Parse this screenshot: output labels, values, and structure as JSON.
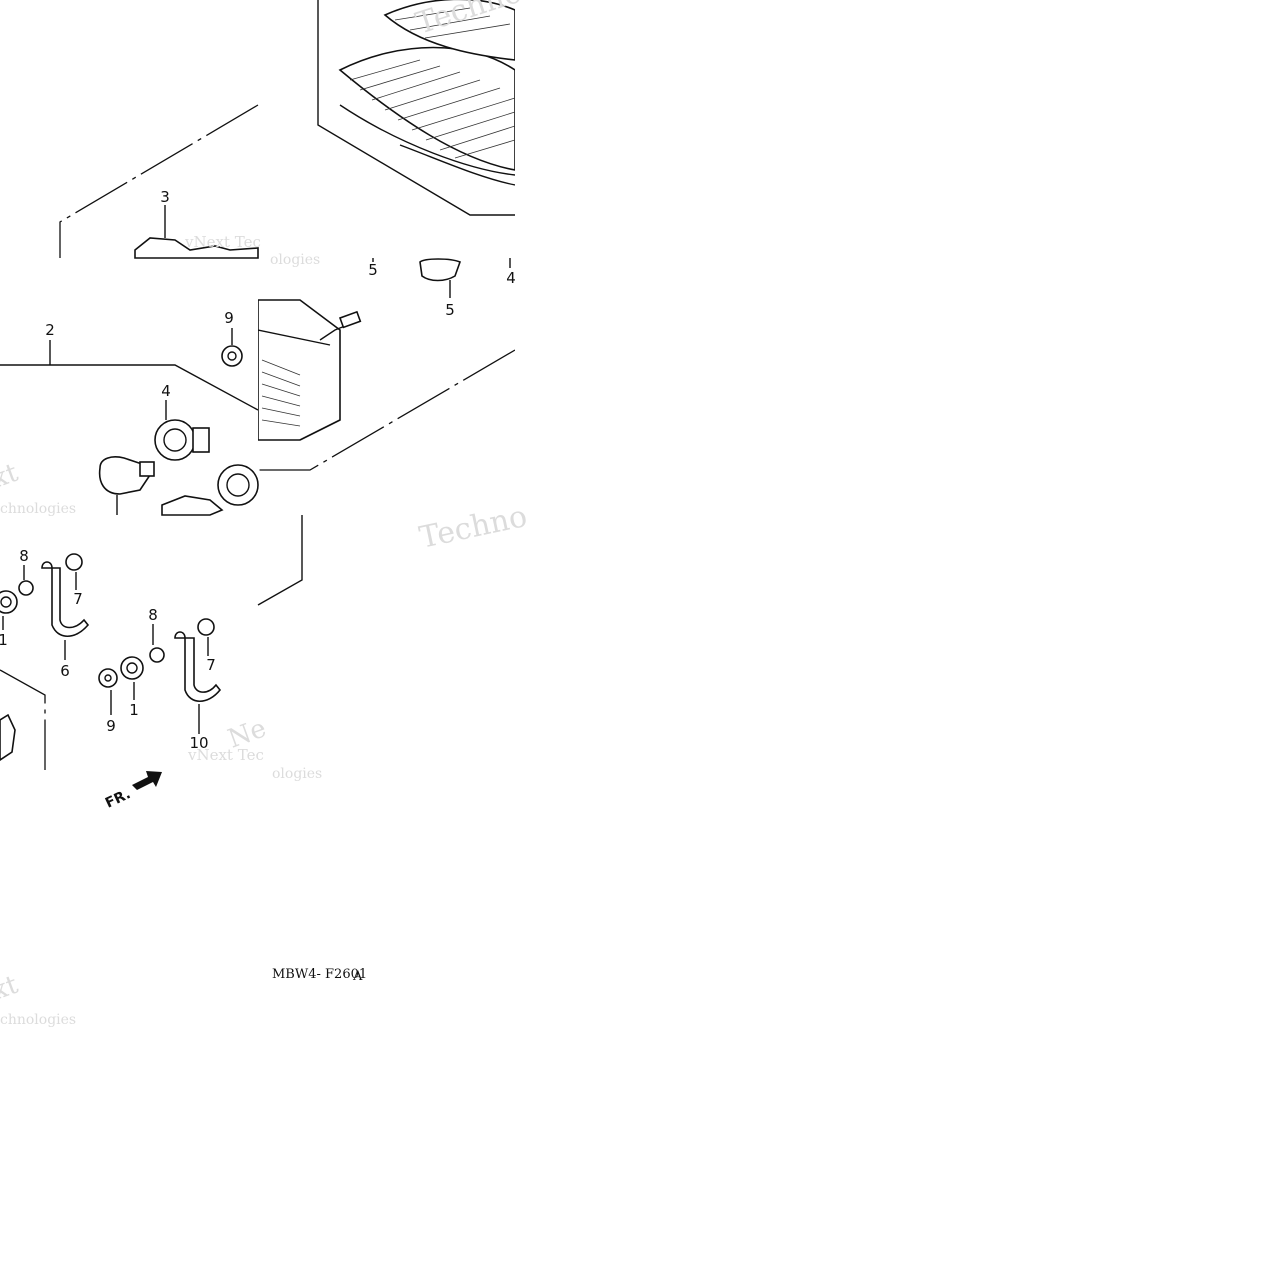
{
  "diagram": {
    "callouts": [
      "3",
      "5",
      "5",
      "4",
      "2",
      "9",
      "4",
      "8",
      "7",
      "1",
      "6",
      "8",
      "7",
      "9",
      "1",
      "10"
    ],
    "watermarks": [
      "Techno",
      "vNext Tec",
      "ologies",
      "xt",
      "chnologies",
      "Techno",
      "vNext Tec",
      "ologies",
      "Ne",
      "xt",
      "chnologies"
    ],
    "figure_code": "MBW4- F2601",
    "figure_suffix": "A",
    "direction_label": "FR."
  }
}
